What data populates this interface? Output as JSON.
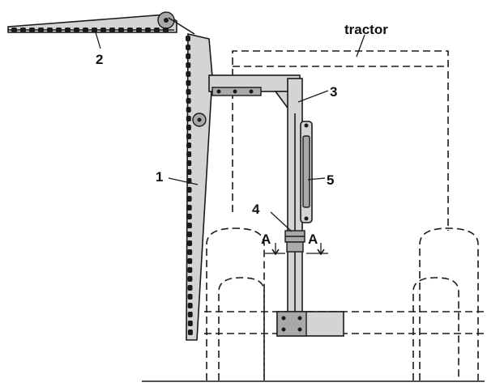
{
  "labels": {
    "tractor": "tractor",
    "part_1": "1",
    "part_2": "2",
    "part_3": "3",
    "part_4": "4",
    "part_5": "5",
    "section_left": "A",
    "section_right": "A"
  }
}
